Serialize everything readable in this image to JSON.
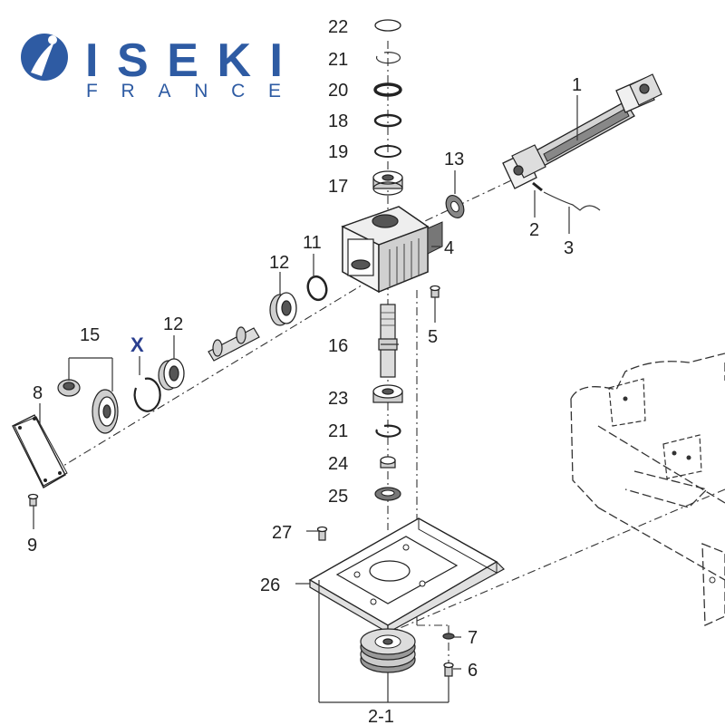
{
  "logo": {
    "brand": "ISEKI",
    "country": "FRANCE",
    "brand_color": "#2e5ba3"
  },
  "labels": {
    "p1": "1",
    "p2": "2",
    "p3": "3",
    "p4": "4",
    "p5": "5",
    "p6": "6",
    "p7": "7",
    "p8": "8",
    "p9": "9",
    "p11": "11",
    "p12a": "12",
    "p12b": "12",
    "p13": "13",
    "p15": "15",
    "p16": "16",
    "p17": "17",
    "p18": "18",
    "p19": "19",
    "p20": "20",
    "p21a": "21",
    "p21b": "21",
    "p22": "22",
    "p23": "23",
    "p24": "24",
    "p25": "25",
    "p26": "26",
    "p27": "27",
    "p2_1": "2-1",
    "x": "X"
  },
  "x_color": "#2a3f8f"
}
